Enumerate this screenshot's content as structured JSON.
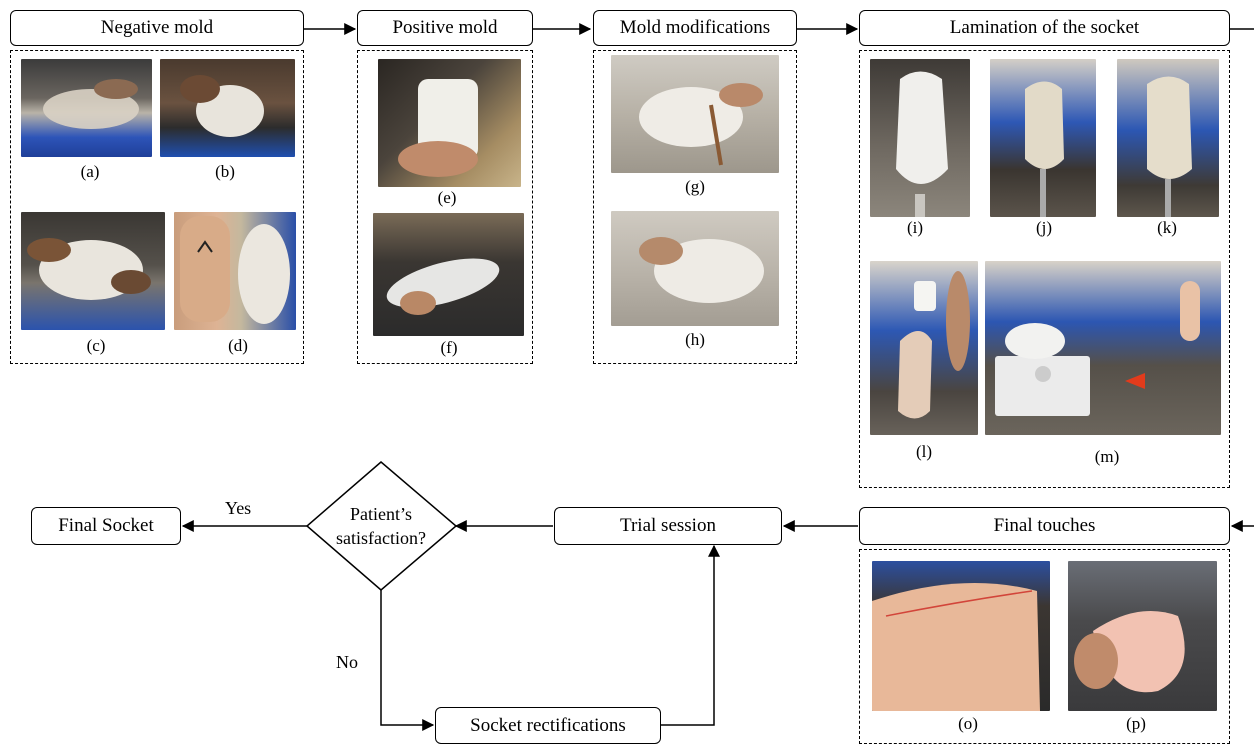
{
  "stages": {
    "negative": "Negative mold",
    "positive": "Positive mold",
    "modifications": "Mold modifications",
    "lamination": "Lamination of the socket",
    "final_touches": "Final touches",
    "trial": "Trial session",
    "final_socket": "Final Socket",
    "rectifications": "Socket rectifications"
  },
  "decision": {
    "line1": "Patient’s",
    "line2": "satisfaction?"
  },
  "branches": {
    "yes": "Yes",
    "no": "No"
  },
  "captions": {
    "a": "(a)",
    "b": "(b)",
    "c": "(c)",
    "d": "(d)",
    "e": "(e)",
    "f": "(f)",
    "g": "(g)",
    "h": "(h)",
    "i": "(i)",
    "j": "(j)",
    "k": "(k)",
    "l": "(l)",
    "m": "(m)",
    "o": "(o)",
    "p": "(p)"
  },
  "colors": {
    "plaster": "#e8e6e1",
    "skin": "#e2b28e",
    "shelf_blue": "#2050b8",
    "dark": "#2a2a2a",
    "pink_socket": "#f1c3b3"
  }
}
